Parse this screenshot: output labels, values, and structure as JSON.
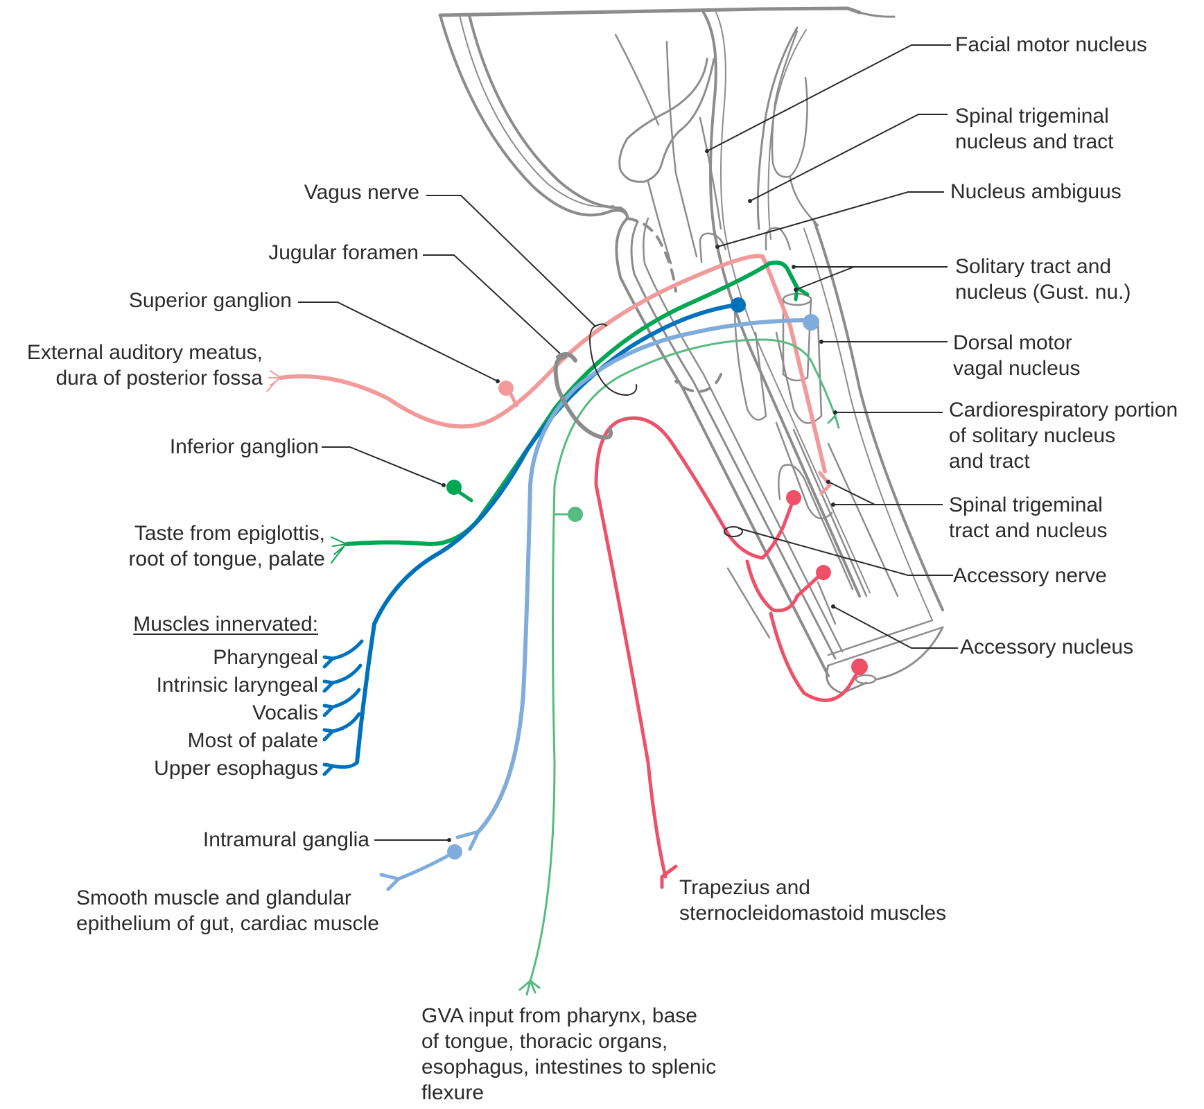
{
  "figure": {
    "title": "Vagus and accessory nerve pathways",
    "colors": {
      "structure_gray": "#8c8c8c",
      "leader_black": "#2a2a2a",
      "gsa_pink": "#f29a9a",
      "svA_taste_green": "#00a651",
      "sve_motor_blue": "#0072bc",
      "gve_parasym_lightblue": "#80acdc",
      "gva_green": "#55bb80",
      "accessory_red": "#ee5068"
    }
  },
  "labels": {
    "facial_motor_nucleus": "Facial motor nucleus",
    "spinal_trigeminal_nucleus_tract_1": "Spinal trigeminal",
    "spinal_trigeminal_nucleus_tract_2": "nucleus and tract",
    "nucleus_ambiguus": "Nucleus ambiguus",
    "solitary_tract_1": "Solitary tract and",
    "solitary_tract_2": "nucleus (Gust. nu.)",
    "dorsal_motor_1": "Dorsal motor",
    "dorsal_motor_2": "vagal nucleus",
    "cardioresp_1": "Cardiorespiratory portion",
    "cardioresp_2": "of solitary nucleus",
    "cardioresp_3": "and tract",
    "spinal_trigeminal_tract_nucleus_1": "Spinal trigeminal",
    "spinal_trigeminal_tract_nucleus_2": "tract and nucleus",
    "accessory_nerve": "Accessory nerve",
    "accessory_nucleus": "Accessory nucleus",
    "vagus_nerve": "Vagus nerve",
    "jugular_foramen": "Jugular foramen",
    "superior_ganglion": "Superior ganglion",
    "external_auditory_1": "External auditory meatus,",
    "external_auditory_2": "dura of posterior fossa",
    "inferior_ganglion": "Inferior ganglion",
    "taste_1": "Taste from epiglottis,",
    "taste_2": "root of tongue, palate",
    "muscles_heading": "Muscles innervated:",
    "muscles": [
      "Pharyngeal",
      "Intrinsic laryngeal",
      "Vocalis",
      "Most of palate",
      "Upper esophagus"
    ],
    "intramural_ganglia": "Intramural ganglia",
    "smooth_muscle_1": "Smooth muscle and glandular",
    "smooth_muscle_2": "epithelium of gut, cardiac muscle",
    "trapezius_1": "Trapezius and",
    "trapezius_2": "sternocleidomastoid muscles",
    "gva_1": "GVA input from pharynx, base",
    "gva_2": "of tongue, thoracic organs,",
    "gva_3": "esophagus, intestines to splenic",
    "gva_4": "flexure"
  }
}
